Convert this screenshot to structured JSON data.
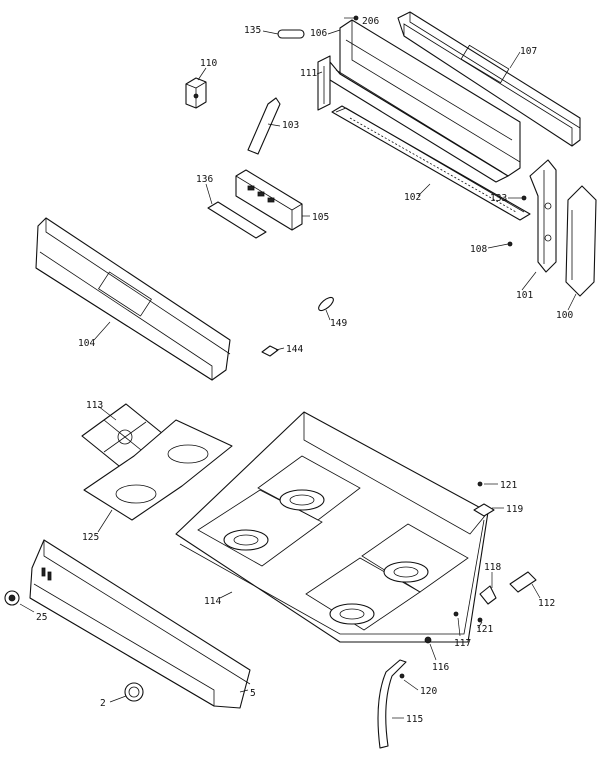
{
  "labels": {
    "p206": "206",
    "p135": "135",
    "p106": "106",
    "p107": "107",
    "p110": "110",
    "p111": "111",
    "p103": "103",
    "p136": "136",
    "p105": "105",
    "p102": "102",
    "p133": "133",
    "p108": "108",
    "p101": "101",
    "p100": "100",
    "p104": "104",
    "p149": "149",
    "p144": "144",
    "p113": "113",
    "p121a": "121",
    "p119": "119",
    "p125": "125",
    "p118": "118",
    "p112": "112",
    "p25": "25",
    "p114": "114",
    "p117": "117",
    "p121b": "121",
    "p116": "116",
    "p120": "120",
    "p5": "5",
    "p2": "2",
    "p115": "115"
  }
}
